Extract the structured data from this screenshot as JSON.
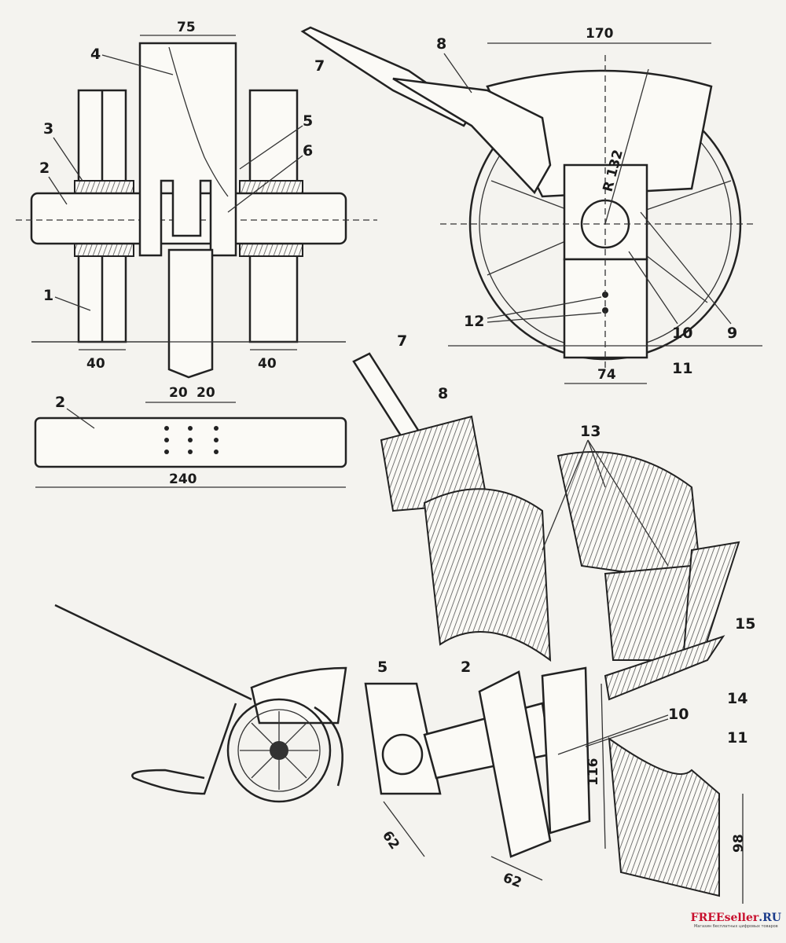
{
  "front_view": {
    "dim_width_top": "75",
    "labels": [
      "4",
      "3",
      "2",
      "5",
      "6",
      "1"
    ],
    "dim_left_wheel": "40",
    "dim_right_wheel": "40"
  },
  "shaft_view": {
    "label": "2",
    "dim_hole_spacing_1": "20",
    "dim_hole_spacing_2": "20",
    "dim_length": "240"
  },
  "side_view": {
    "dim_width": "170",
    "dim_radius": "R 132",
    "labels": [
      "7",
      "8",
      "12",
      "10",
      "9",
      "11"
    ],
    "dim_plate_width": "74"
  },
  "exploded_view": {
    "labels": [
      "7",
      "8",
      "13",
      "15",
      "14",
      "5",
      "2",
      "10",
      "11"
    ],
    "dim_plate_5": "62",
    "dim_plate_10_width": "62",
    "dim_plate_10_height": "116",
    "dim_part_11_height": "98"
  },
  "watermark": {
    "brand": "FREEseller",
    "domain": ".RU",
    "tagline": "Магазин бесплатных цифровых товаров"
  }
}
